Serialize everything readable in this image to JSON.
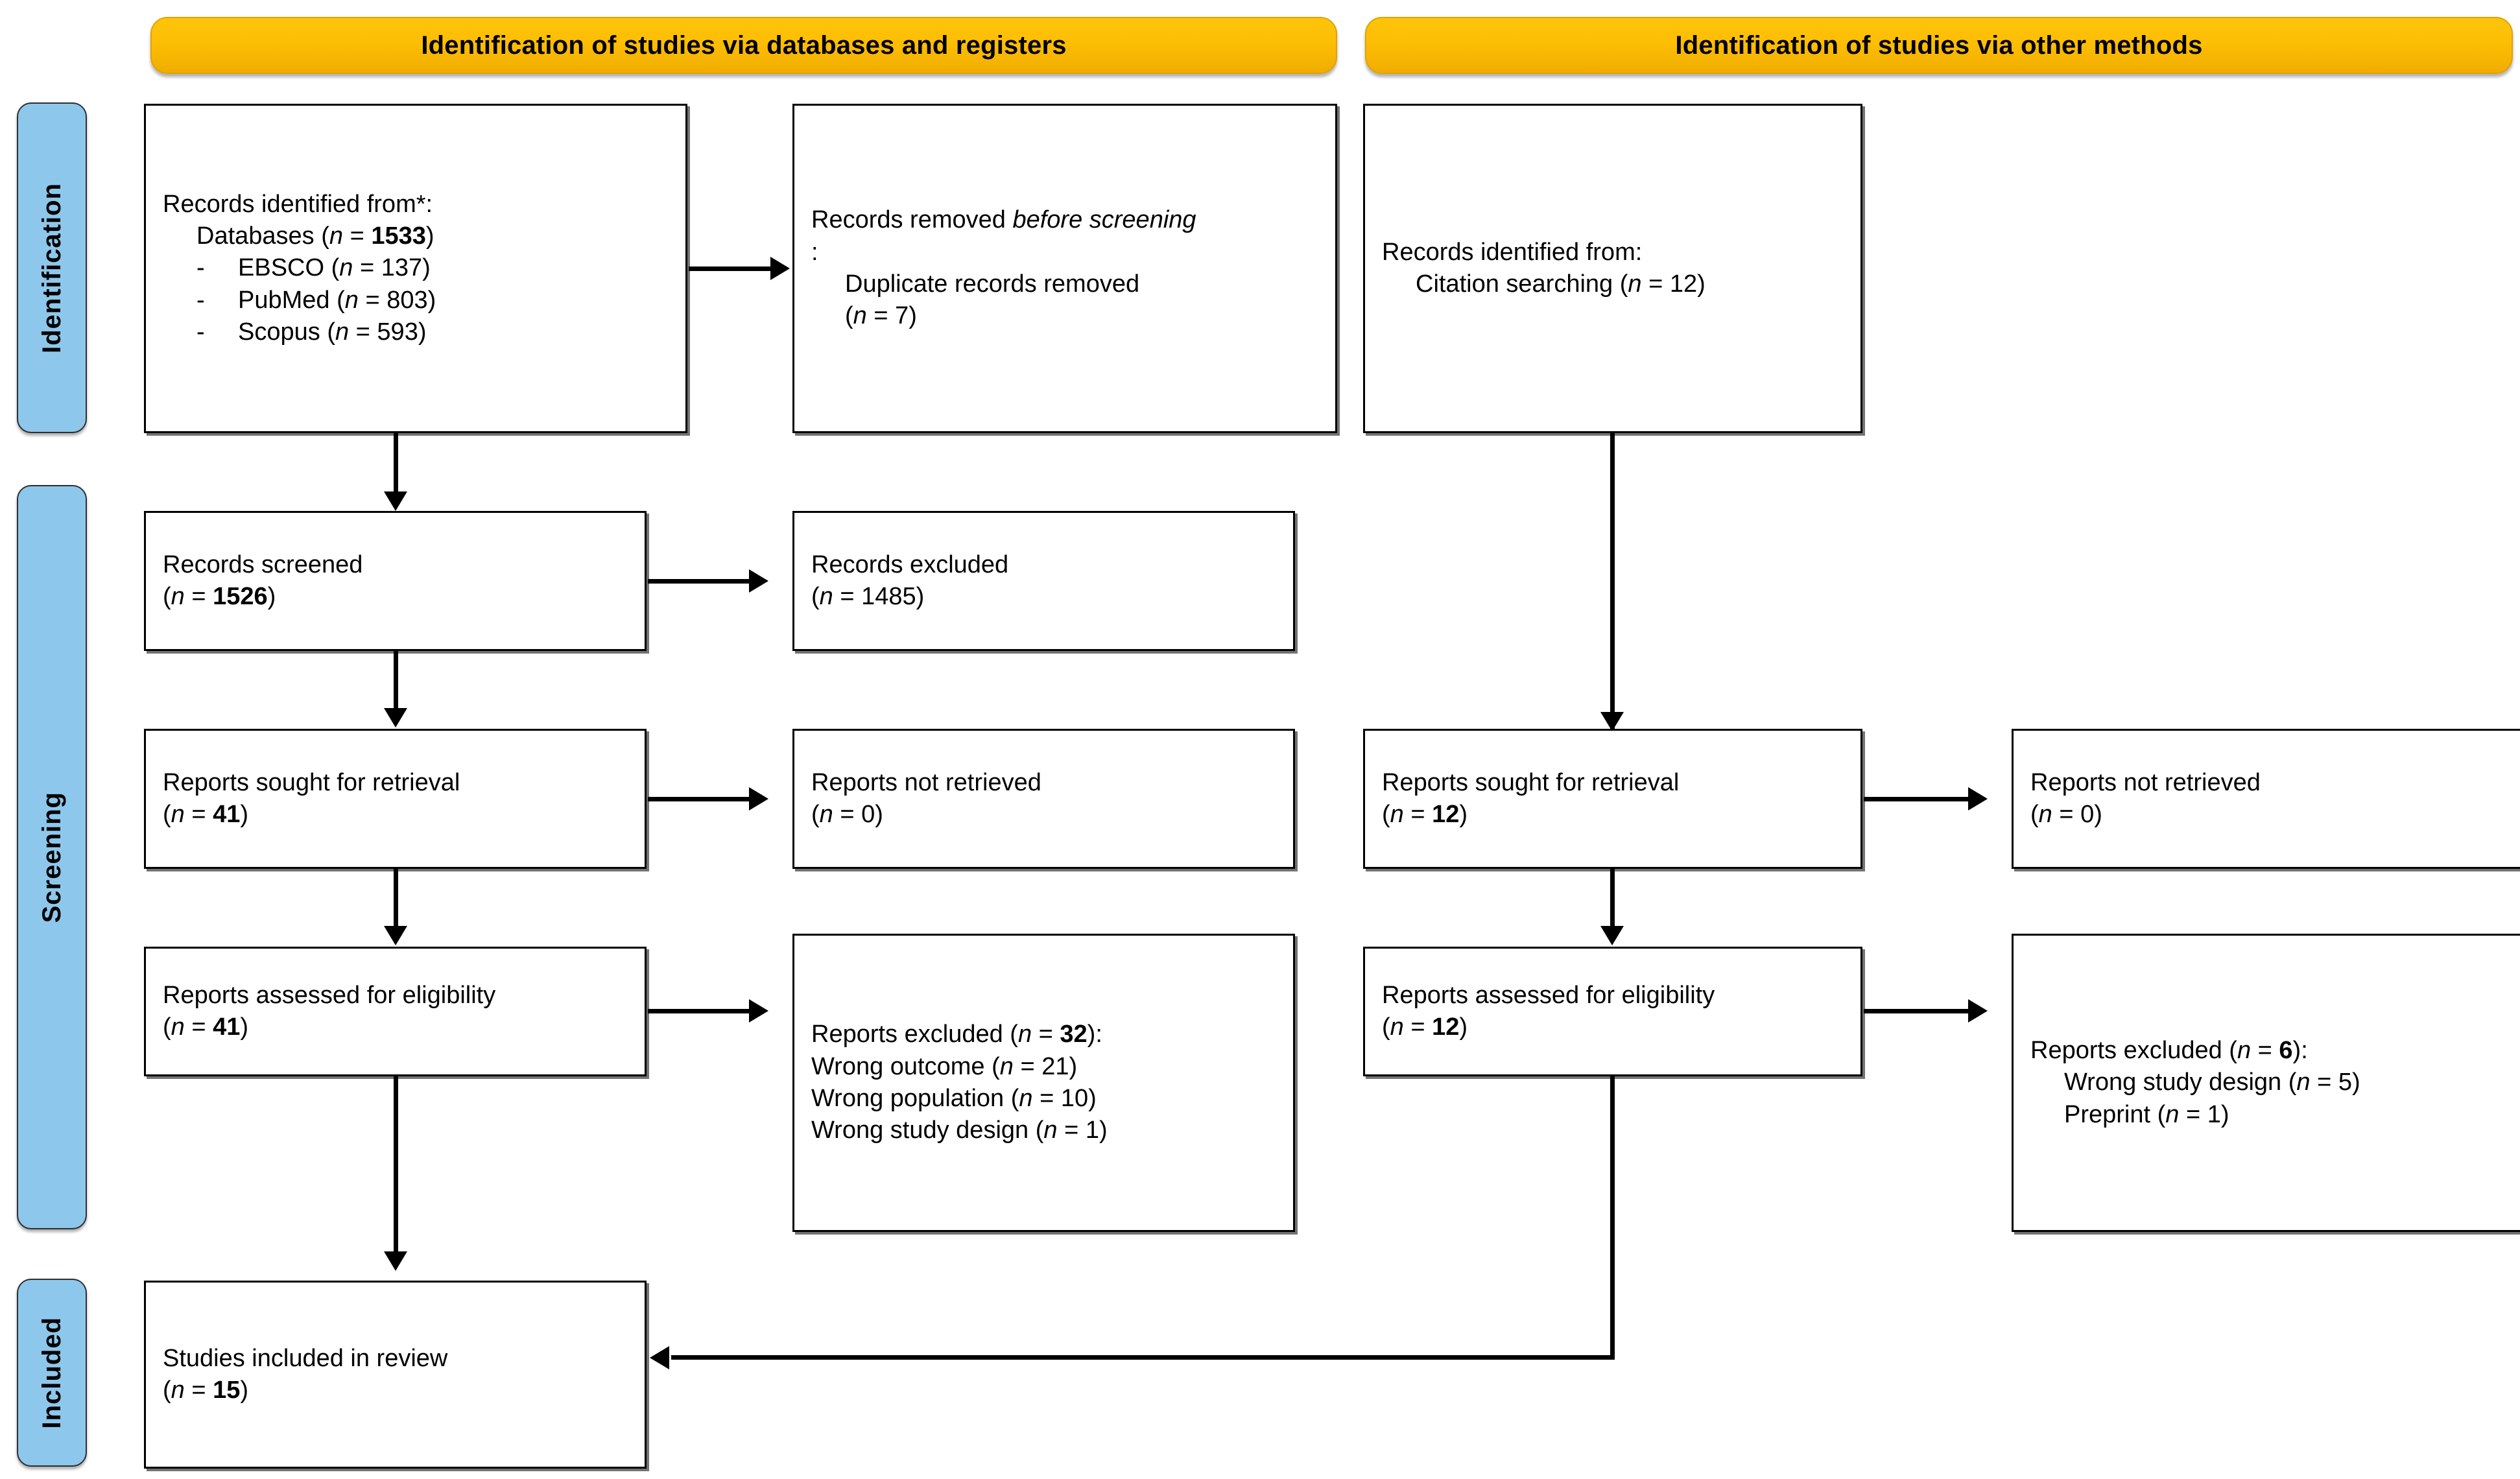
{
  "banners": [
    {
      "id": "databases",
      "label": "Identification of studies via databases and registers"
    },
    {
      "id": "other",
      "label": "Identification of studies via other methods"
    }
  ],
  "phases": [
    {
      "id": "identification",
      "label": "Identification"
    },
    {
      "id": "screening",
      "label": "Screening"
    },
    {
      "id": "included",
      "label": "Included"
    }
  ],
  "colors": {
    "banner": "#FFC000",
    "phase": "#8EC7EC",
    "box_border": "#000000",
    "page_background": "#FFFFFF"
  },
  "boxes": {
    "records_identified": {
      "title": "Records identified from*:",
      "databases_label": "Databases (",
      "databases_n_prefix": "n = ",
      "databases_n": "1533",
      "sources": [
        {
          "name": "EBSCO",
          "n": "137"
        },
        {
          "name": "PubMed",
          "n": "803"
        },
        {
          "name": "Scopus",
          "n": "593"
        }
      ],
      "full_text": "Records identified from*: Databases (n = 1533) - EBSCO (n = 137) - PubMed (n = 803) - Scopus (n = 593)"
    },
    "records_removed": {
      "title_plain": "Records removed ",
      "title_italic": "before screening",
      "title_colon": ":",
      "item": "Duplicate records removed",
      "n": "7",
      "full_text": "Records removed before screening: Duplicate records removed (n = 7)"
    },
    "records_identified_other": {
      "title": "Records identified from:",
      "item": "Citation searching",
      "n": "12",
      "full_text": "Records identified from: Citation searching (n = 12)"
    },
    "records_screened": {
      "title": "Records screened",
      "n": "1526",
      "n_bold": true,
      "full_text": "Records screened (n = 1526)"
    },
    "records_excluded": {
      "title": "Records excluded",
      "n": "1485",
      "n_bold": false,
      "full_text": "Records excluded (n = 1485)"
    },
    "reports_sought_left": {
      "title": "Reports sought for retrieval",
      "n": "41",
      "n_bold": true,
      "full_text": "Reports sought for retrieval (n = 41)"
    },
    "reports_not_retrieved_left": {
      "title": "Reports not retrieved",
      "n": "0",
      "n_bold": false,
      "full_text": "Reports not retrieved (n = 0)"
    },
    "reports_sought_right": {
      "title": "Reports sought for retrieval",
      "n": "12",
      "n_bold": true,
      "full_text": "Reports sought for retrieval (n = 12)"
    },
    "reports_not_retrieved_right": {
      "title": "Reports not retrieved",
      "n": "0",
      "n_bold": false,
      "full_text": "Reports not retrieved (n = 0)"
    },
    "reports_assessed_left": {
      "title": "Reports assessed for eligibility",
      "n": "41",
      "n_bold": true,
      "full_text": "Reports assessed for eligibility (n = 41)"
    },
    "reports_assessed_right": {
      "title": "Reports assessed for eligibility",
      "n": "12",
      "n_bold": true,
      "full_text": "Reports assessed for eligibility (n = 12)"
    },
    "reports_excluded_left": {
      "title": "Reports excluded (",
      "n": "32",
      "reasons": [
        {
          "label": "Wrong outcome",
          "n": "21"
        },
        {
          "label": "Wrong population",
          "n": "10"
        },
        {
          "label": "Wrong study design",
          "n": "1"
        }
      ],
      "full_text": "Reports excluded (n = 32): Wrong outcome (n = 21) Wrong population (n = 10) Wrong study design (n = 1)"
    },
    "reports_excluded_right": {
      "title": "Reports excluded (",
      "n": "6",
      "reasons": [
        {
          "label": "Wrong study design",
          "n": "5"
        },
        {
          "label": "Preprint",
          "n": "1"
        }
      ],
      "full_text": "Reports excluded (n = 6): Wrong study design (n = 5) Preprint (n = 1)"
    },
    "studies_included": {
      "title": "Studies included in review",
      "n": "15",
      "n_bold": true,
      "full_text": "Studies included in review (n = 15)"
    }
  },
  "symbols": {
    "n_italic": "n",
    "equals": " = ",
    "open_paren": "(",
    "close_paren": ")",
    "colon": ":",
    "dash": "-",
    "asterisk": "*"
  }
}
